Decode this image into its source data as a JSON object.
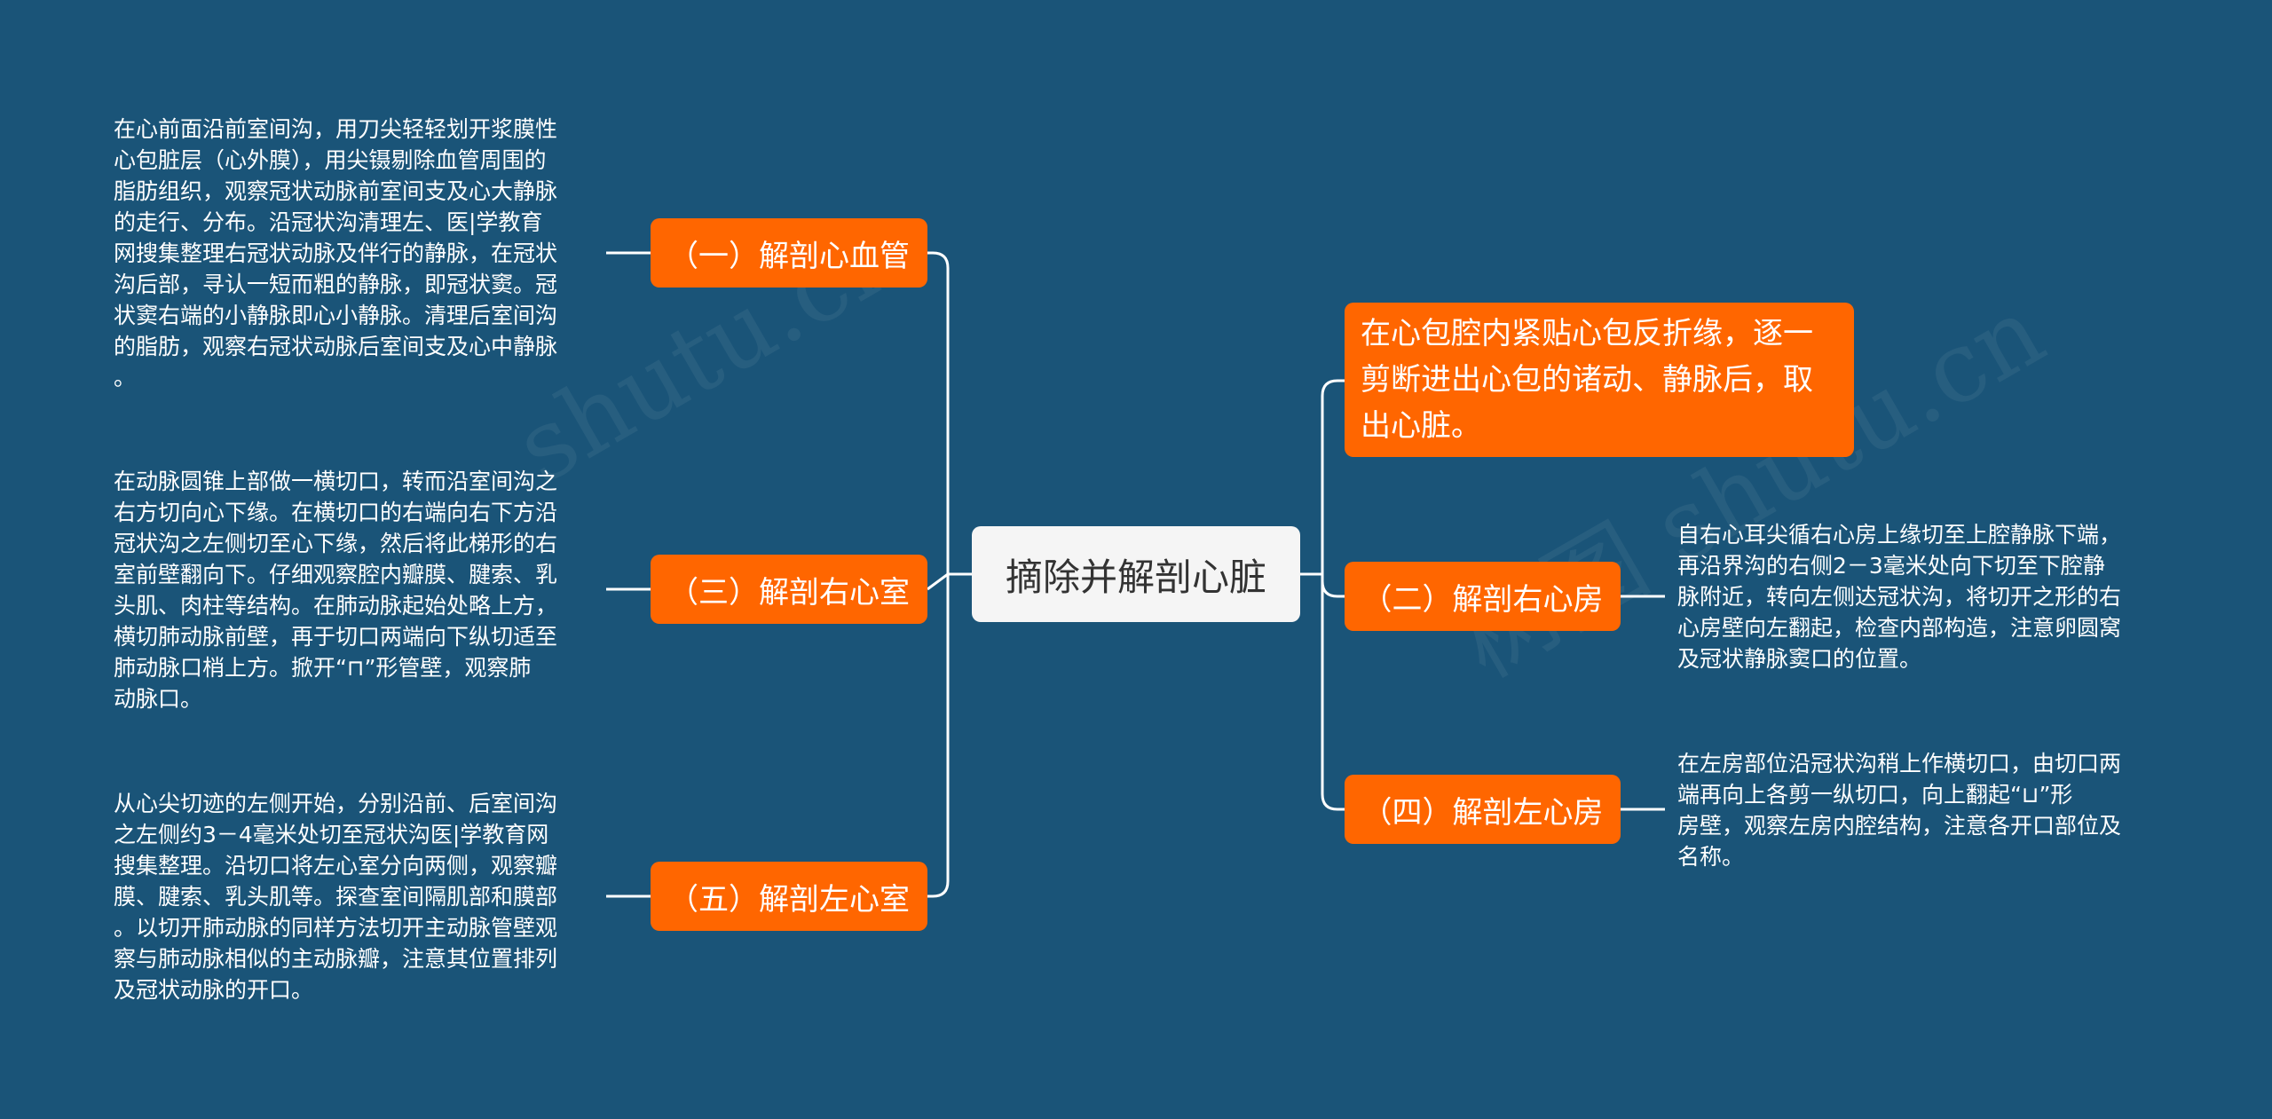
{
  "center": {
    "label": "摘除并解剖心脏"
  },
  "branches": {
    "b1": {
      "label": "（一）解剖心血管"
    },
    "b3": {
      "label": "（三）解剖右心室"
    },
    "b5": {
      "label": "（五）解剖左心室"
    },
    "top_right": {
      "label": "在心包腔内紧贴心包反折缘，逐一剪断进出心包的诸动、静脉后，取出心脏。"
    },
    "b2": {
      "label": "（二）解剖右心房"
    },
    "b4": {
      "label": "（四）解剖左心房"
    }
  },
  "leaves": {
    "l1": "在心前面沿前室间沟，用刀尖轻轻划开浆膜性\n心包脏层（心外膜），用尖镊剔除血管周围的\n脂肪组织，观察冠状动脉前室间支及心大静脉\n的走行、分布。沿冠状沟清理左、医|学教育\n网搜集整理右冠状动脉及伴行的静脉，在冠状\n沟后部，寻认一短而粗的静脉，即冠状窦。冠\n状窦右端的小静脉即心小静脉。清理后室间沟\n的脂肪，观察右冠状动脉后室间支及心中静脉\n。",
    "l3": "在动脉圆锥上部做一横切口，转而沿室间沟之\n右方切向心下缘。在横切口的右端向右下方沿\n冠状沟之左侧切至心下缘，然后将此梯形的右\n室前壁翻向下。仔细观察腔内瓣膜、腱索、乳\n头肌、肉柱等结构。在肺动脉起始处略上方，\n横切肺动脉前壁，再于切口两端向下纵切适至\n肺动脉口梢上方。掀开“⊓”形管壁，观察肺\n动脉口。",
    "l5": "从心尖切迹的左侧开始，分别沿前、后室间沟\n之左侧约3－4毫米处切至冠状沟医|学教育网\n搜集整理。沿切口将左心室分向两侧，观察瓣\n膜、腱索、乳头肌等。探查室间隔肌部和膜部\n。以切开肺动脉的同样方法切开主动脉管壁观\n察与肺动脉相似的主动脉瓣，注意其位置排列\n及冠状动脉的开口。",
    "l2": "自右心耳尖循右心房上缘切至上腔静脉下端，\n再沿界沟的右侧2－3毫米处向下切至下腔静\n脉附近，转向左侧达冠状沟，将切开之形的右\n心房壁向左翻起，检查内部构造，注意卵圆窝\n及冠状静脉窦口的位置。",
    "l4": "在左房部位沿冠状沟稍上作横切口，由切口两\n端再向上各剪一纵切口，向上翻起“⊔”形\n房壁，观察左房内腔结构，注意各开口部位及\n名称。"
  },
  "colors": {
    "background": "#1a5478",
    "branch": "#ff6600",
    "center": "#f5f5f5",
    "connector": "#ffffff"
  }
}
